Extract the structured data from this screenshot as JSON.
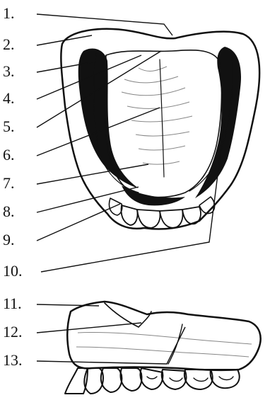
{
  "labels": [
    "1.",
    "2.",
    "3.",
    "4.",
    "5.",
    "6.",
    "7.",
    "8.",
    "9.",
    "10.",
    "11.",
    "12.",
    "13."
  ]
}
